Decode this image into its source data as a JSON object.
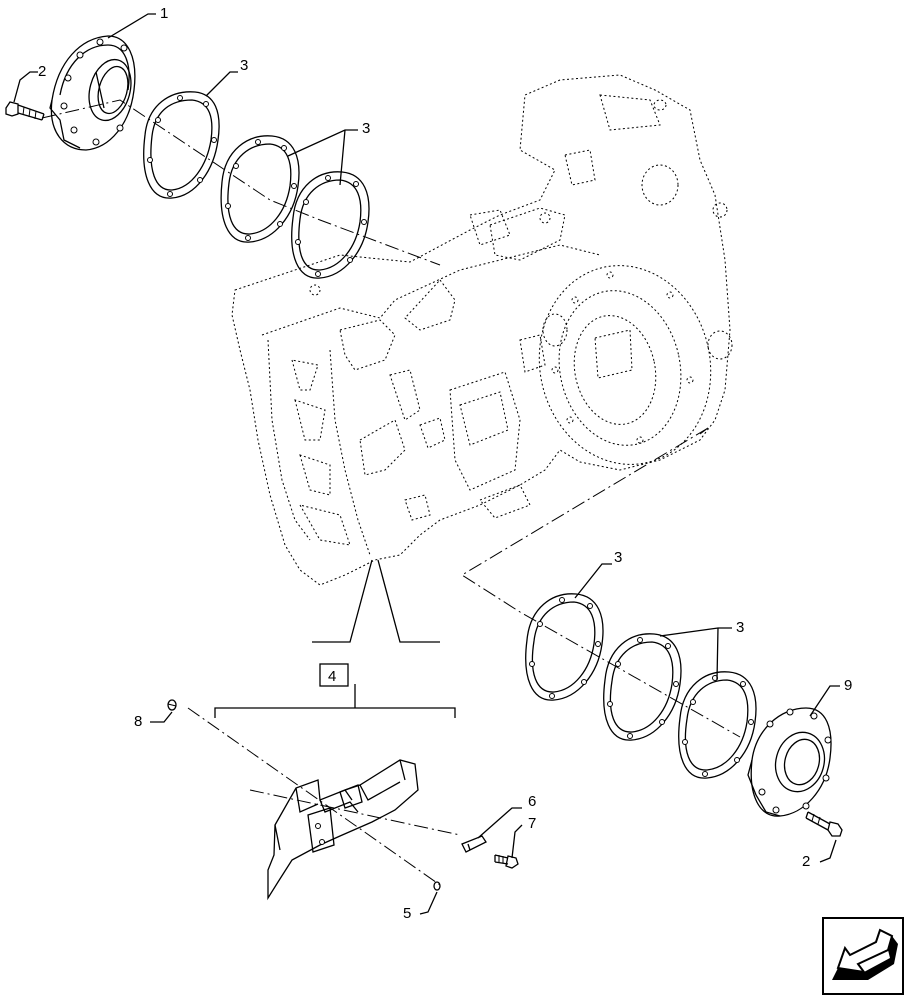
{
  "callouts": {
    "c1": "1",
    "c2_top": "2",
    "c3_a": "3",
    "c3_b": "3",
    "c3_c": "3",
    "c3_d": "3",
    "c4": "4",
    "c5": "5",
    "c6": "6",
    "c7": "7",
    "c8": "8",
    "c9": "9",
    "c2_bottom": "2"
  },
  "icons": {
    "nav": "arrow-left-down-icon"
  }
}
